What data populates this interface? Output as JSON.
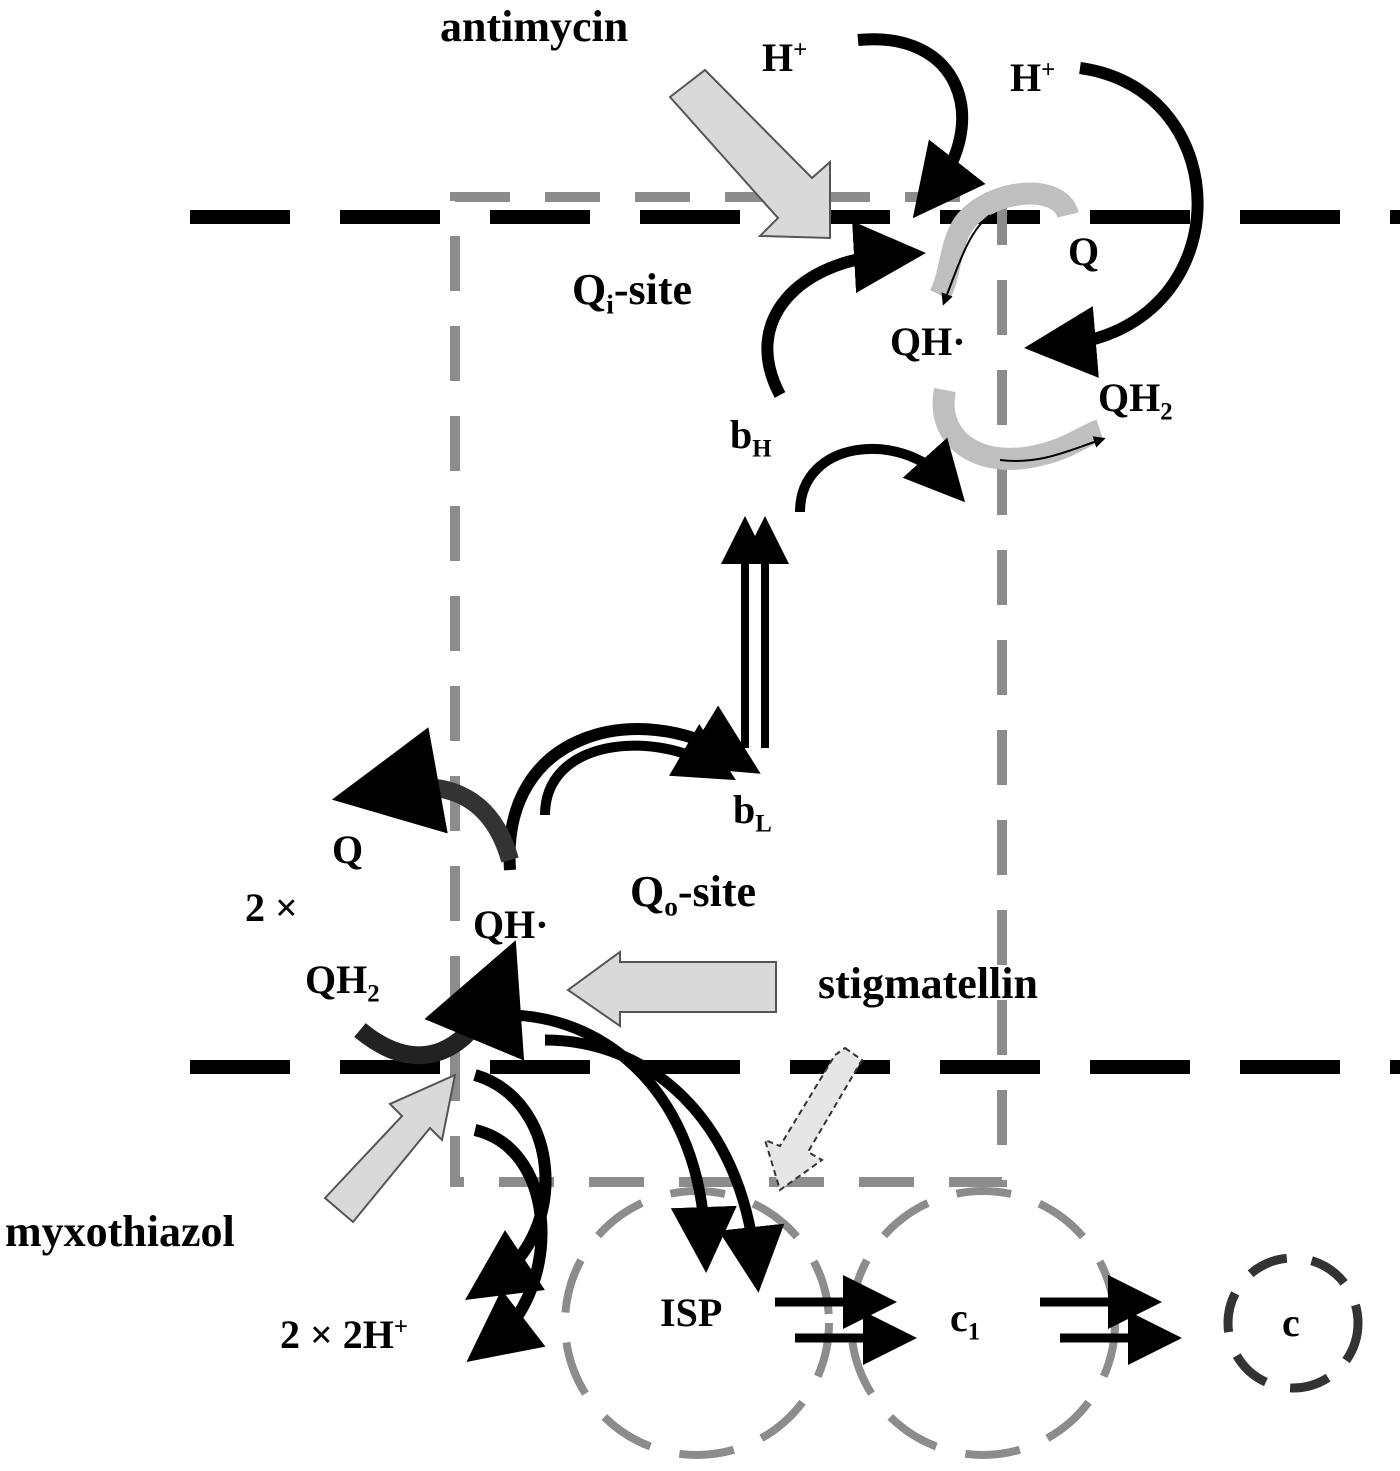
{
  "labels": {
    "antimycin": "antimycin",
    "h_plus_1": "H",
    "h_plus_1_sup": "+",
    "h_plus_2": "H",
    "h_plus_2_sup": "+",
    "q_top": "Q",
    "qi_site_q": "Q",
    "qi_site_sub": "i",
    "qi_site_rest": "-site",
    "qh_radical_top": "QH·",
    "qh2_top": "QH",
    "qh2_top_sub": "2",
    "bh": "b",
    "bh_sub": "H",
    "bl": "b",
    "bl_sub": "L",
    "q_bottom": "Q",
    "two_times": "2 ×",
    "qh_radical_bottom": "QH·",
    "qh2_bottom": "QH",
    "qh2_bottom_sub": "2",
    "qo_site_q": "Q",
    "qo_site_sub": "o",
    "qo_site_rest": "-site",
    "stigmatellin": "stigmatellin",
    "myxothiazol": "myxothiazol",
    "protons_out": "2 × 2H",
    "protons_out_sup": "+",
    "isp": "ISP",
    "c1": "c",
    "c1_sub": "1",
    "c": "c"
  },
  "colors": {
    "membrane": "#000000",
    "complex_box": "#8c8c8c",
    "inhibitor_arrow_fill": "#d9d9d9",
    "inhibitor_arrow_stroke": "#555555",
    "qi_cycle_gray": "#bfbfbf",
    "isp_c1_circle": "#8c8c8c",
    "c_circle": "#333333",
    "electron_arrows": "#000000"
  }
}
